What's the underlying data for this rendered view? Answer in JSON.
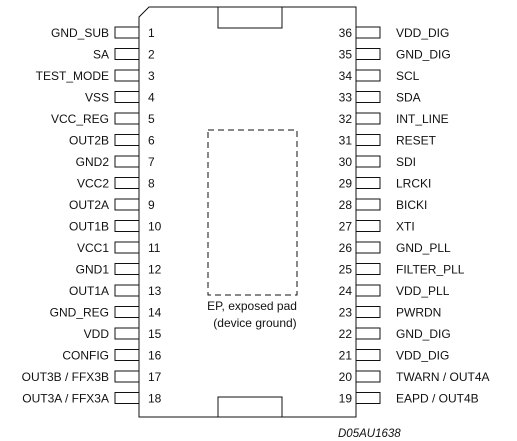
{
  "left_pins": [
    {
      "num": "1",
      "name": "GND_SUB"
    },
    {
      "num": "2",
      "name": "SA"
    },
    {
      "num": "3",
      "name": "TEST_MODE"
    },
    {
      "num": "4",
      "name": "VSS"
    },
    {
      "num": "5",
      "name": "VCC_REG"
    },
    {
      "num": "6",
      "name": "OUT2B"
    },
    {
      "num": "7",
      "name": "GND2"
    },
    {
      "num": "8",
      "name": "VCC2"
    },
    {
      "num": "9",
      "name": "OUT2A"
    },
    {
      "num": "10",
      "name": "OUT1B"
    },
    {
      "num": "11",
      "name": "VCC1"
    },
    {
      "num": "12",
      "name": "GND1"
    },
    {
      "num": "13",
      "name": "OUT1A"
    },
    {
      "num": "14",
      "name": "GND_REG"
    },
    {
      "num": "15",
      "name": "VDD"
    },
    {
      "num": "16",
      "name": "CONFIG"
    },
    {
      "num": "17",
      "name": "OUT3B / FFX3B"
    },
    {
      "num": "18",
      "name": "OUT3A / FFX3A"
    }
  ],
  "right_pins": [
    {
      "num": "36",
      "name": "VDD_DIG"
    },
    {
      "num": "35",
      "name": "GND_DIG"
    },
    {
      "num": "34",
      "name": "SCL"
    },
    {
      "num": "33",
      "name": "SDA"
    },
    {
      "num": "32",
      "name": "INT_LINE"
    },
    {
      "num": "31",
      "name": "RESET"
    },
    {
      "num": "30",
      "name": "SDI"
    },
    {
      "num": "29",
      "name": "LRCKI"
    },
    {
      "num": "28",
      "name": "BICKI"
    },
    {
      "num": "27",
      "name": "XTI"
    },
    {
      "num": "26",
      "name": "GND_PLL"
    },
    {
      "num": "25",
      "name": "FILTER_PLL"
    },
    {
      "num": "24",
      "name": "VDD_PLL"
    },
    {
      "num": "23",
      "name": "PWRDN"
    },
    {
      "num": "22",
      "name": "GND_DIG"
    },
    {
      "num": "21",
      "name": "VDD_DIG"
    },
    {
      "num": "20",
      "name": "TWARN / OUT4A"
    },
    {
      "num": "19",
      "name": "EAPD / OUT4B"
    }
  ],
  "exposed_pad": {
    "line1": "EP, exposed pad",
    "line2": "(device ground)"
  },
  "drawing_code": "D05AU1638"
}
